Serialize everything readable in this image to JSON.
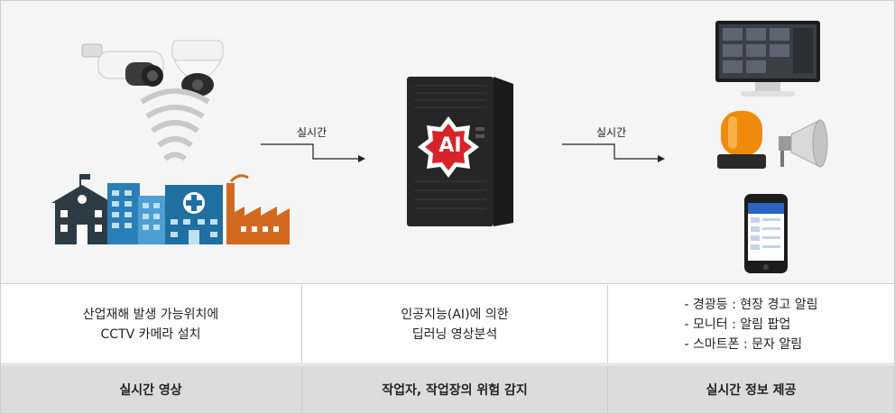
{
  "arrows": [
    {
      "label": "실시간"
    },
    {
      "label": "실시간"
    }
  ],
  "server": {
    "badge": "AI"
  },
  "columns": [
    {
      "description": [
        "산업재해 발생 가능위치에",
        "CCTV 카메라 설치"
      ],
      "title": "실시간 영상"
    },
    {
      "description": [
        "인공지능(AI)에 의한",
        "딥러닝 영상분석"
      ],
      "title": "작업자, 작업장의 위험 감지"
    },
    {
      "description": [
        "- 경광등 : 현장 경고 알림",
        "- 모니터 : 알림 팝업",
        "- 스마트폰 : 문자 알림"
      ],
      "title": "실시간 정보 제공"
    }
  ],
  "colors": {
    "background": "#f5f5f5",
    "title_band": "#dcdcdc",
    "ai_badge": "#d8232a",
    "school": "#2d3b45",
    "office": "#2a7fb8",
    "hospital": "#1f6fa0",
    "factory": "#d2691e",
    "beacon": "#f08a0c"
  },
  "icons": [
    "cctv-camera-icon",
    "wifi-signal-icon",
    "school-building-icon",
    "office-building-icon",
    "hospital-building-icon",
    "factory-icon",
    "ai-server-icon",
    "monitor-icon",
    "warning-beacon-icon",
    "loudspeaker-icon",
    "smartphone-icon"
  ]
}
